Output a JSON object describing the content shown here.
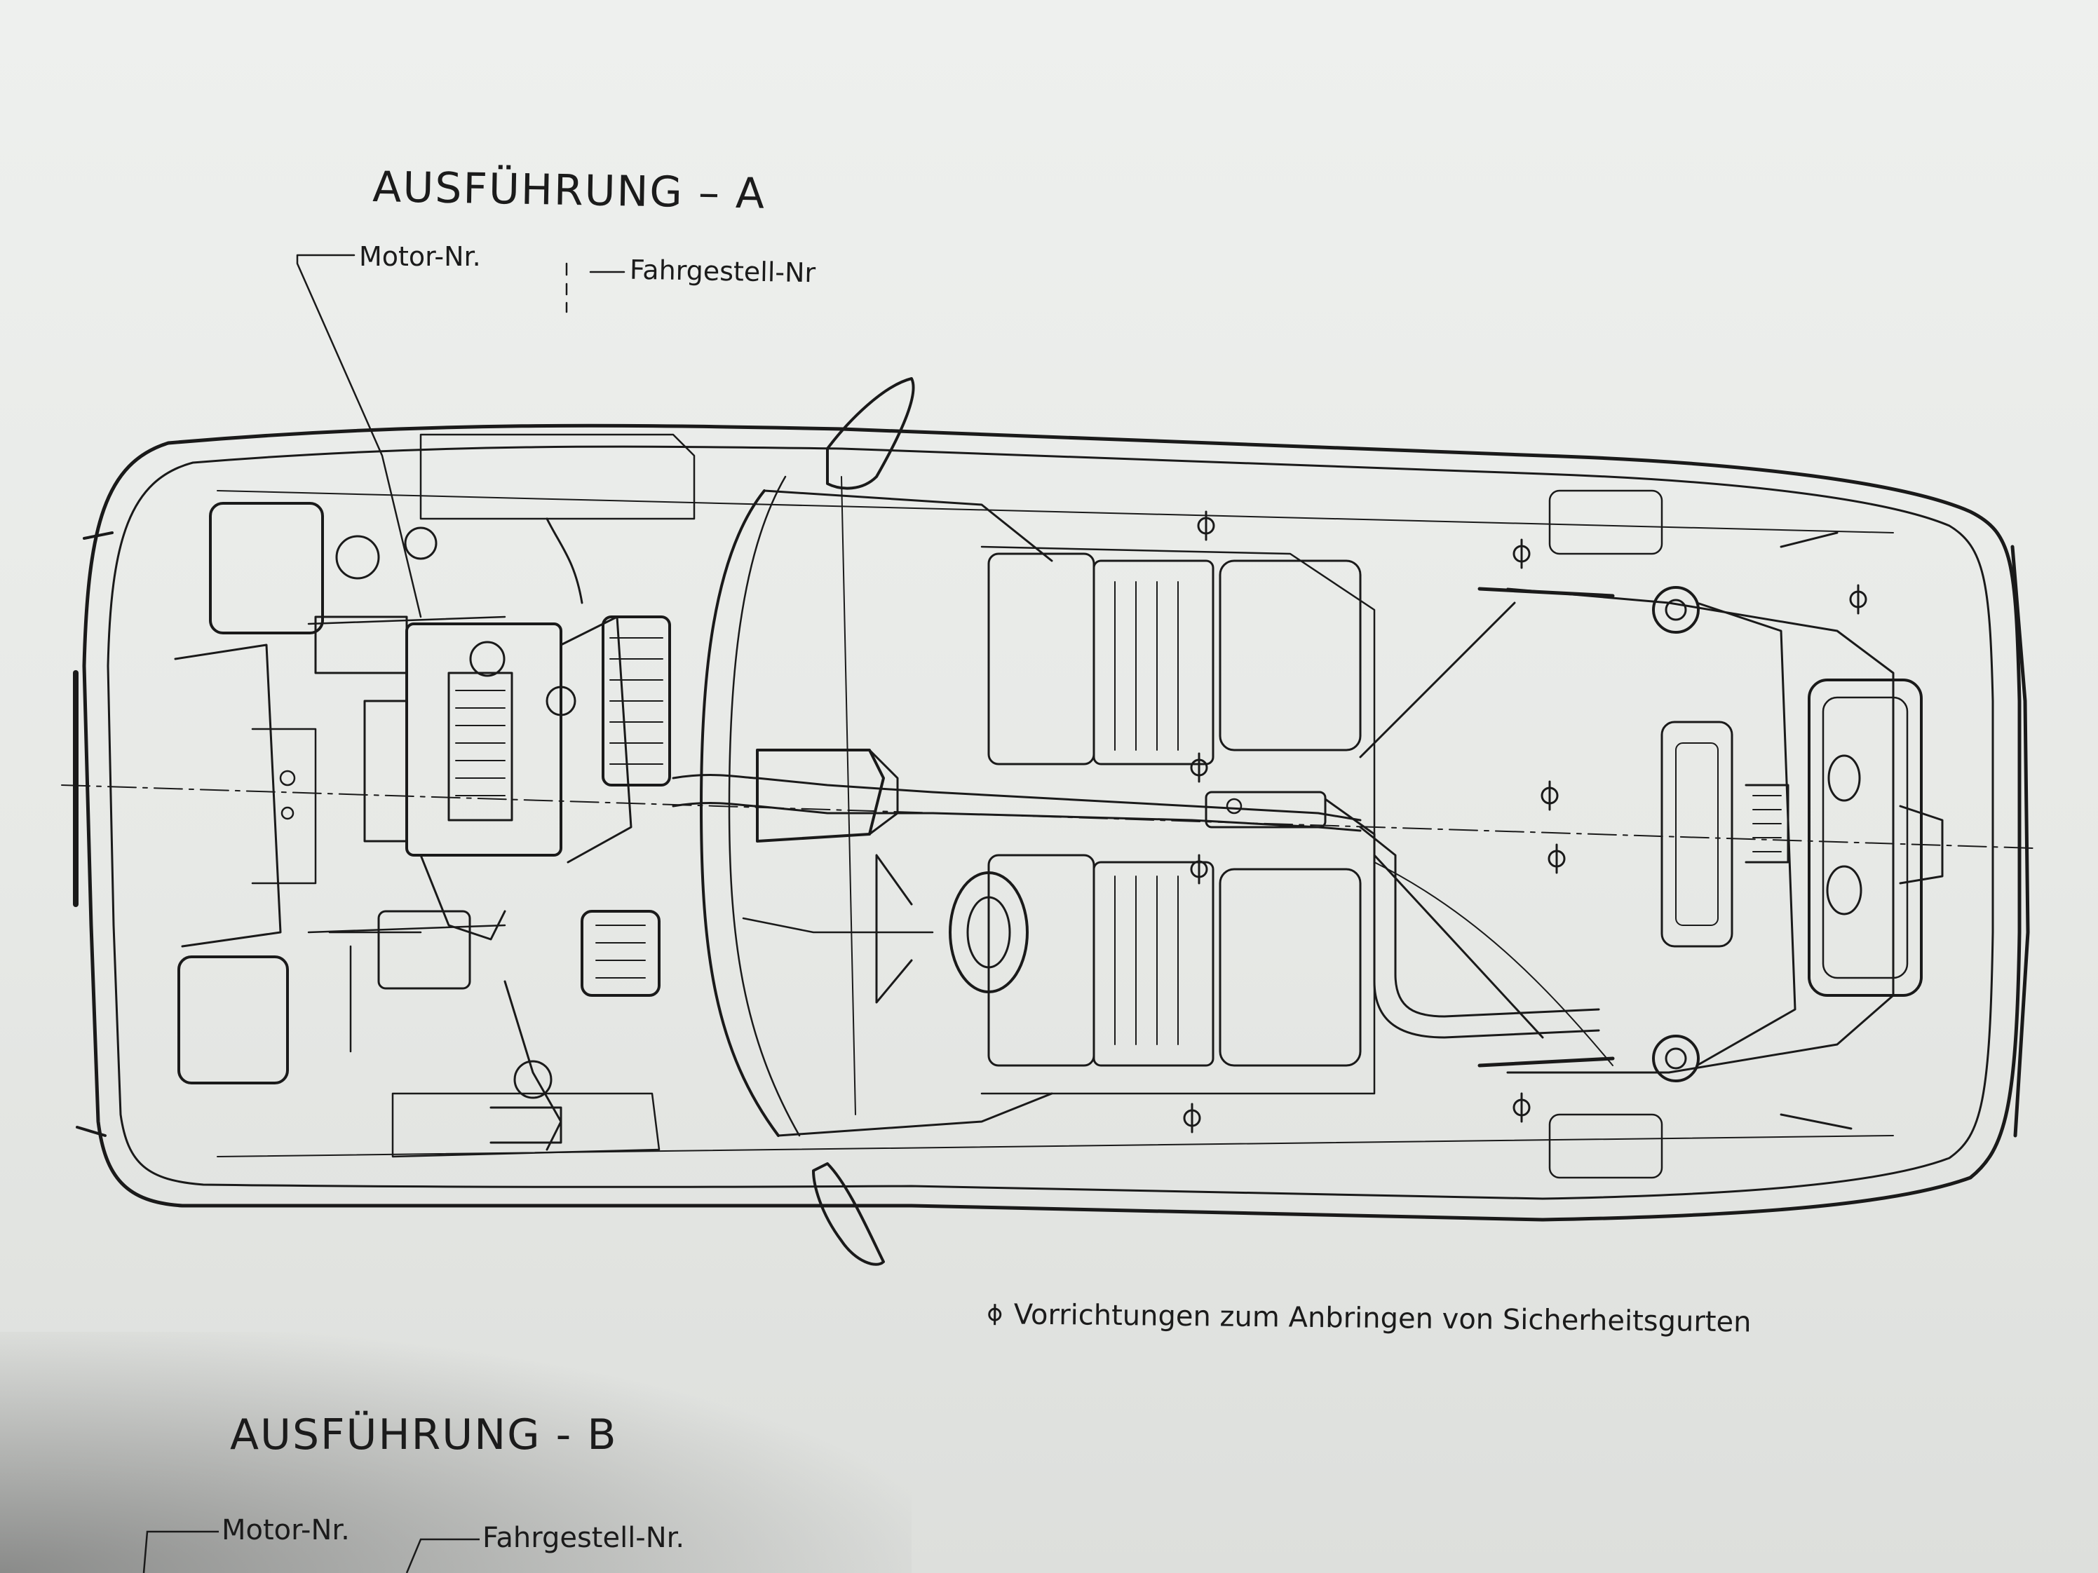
{
  "variant_a": {
    "heading": "AUSFÜHRUNG – A",
    "engine_number_label": "Motor-Nr.",
    "chassis_number_label": "Fahrgestell-Nr"
  },
  "legend": {
    "text": "Vorrichtungen zum Anbringen von Sicherheitsgurten",
    "icon": "belt-anchor-marker-icon"
  },
  "variant_b": {
    "heading": "AUSFÜHRUNG - B",
    "engine_number_label": "Motor-Nr.",
    "chassis_number_label": "Fahrgestell-Nr."
  }
}
